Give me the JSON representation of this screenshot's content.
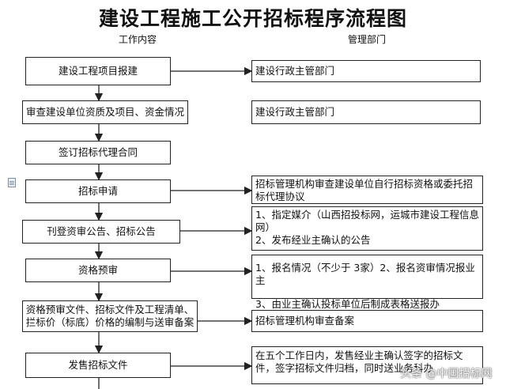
{
  "title": "建设工程施工公开招标程序流程图",
  "headers": {
    "left": "工作内容",
    "right": "管理部门"
  },
  "steps": [
    {
      "left": "建设工程项目报建",
      "right": [
        "建设行政主管部门"
      ]
    },
    {
      "left": "审查建设单位资质及项目、资金情况",
      "right": [
        "建设行政主管部门"
      ]
    },
    {
      "left": "签订招标代理合同"
    },
    {
      "left": "招标申请",
      "right": [
        "招标管理机构审查建设单位自行招标资格或委托招标代理协议"
      ]
    },
    {
      "left": "刊登资审公告、招标公告",
      "right": [
        "1、指定媒介（山西招投标网，运城市建设工程信息网）",
        "2、发布经业主确认的公告"
      ]
    },
    {
      "left": "资格预审",
      "right": [
        "1、报名情况（不少于 3家）2、报名资审情况报业主",
        "3、由业主确认投标单位后制成表格送报办"
      ]
    },
    {
      "left": "资格预审文件、招标文件及工程清单、拦标价（标底）价格的编制与送审备案",
      "right": [
        "招标管理机构审查备案"
      ]
    },
    {
      "left": "发售招标文件",
      "right": [
        "在五个工作日内，发售经业主确认签字的招标文件，签字招标文件归档，同时送业务科办"
      ]
    }
  ],
  "watermark": "头条 @中国招标网"
}
